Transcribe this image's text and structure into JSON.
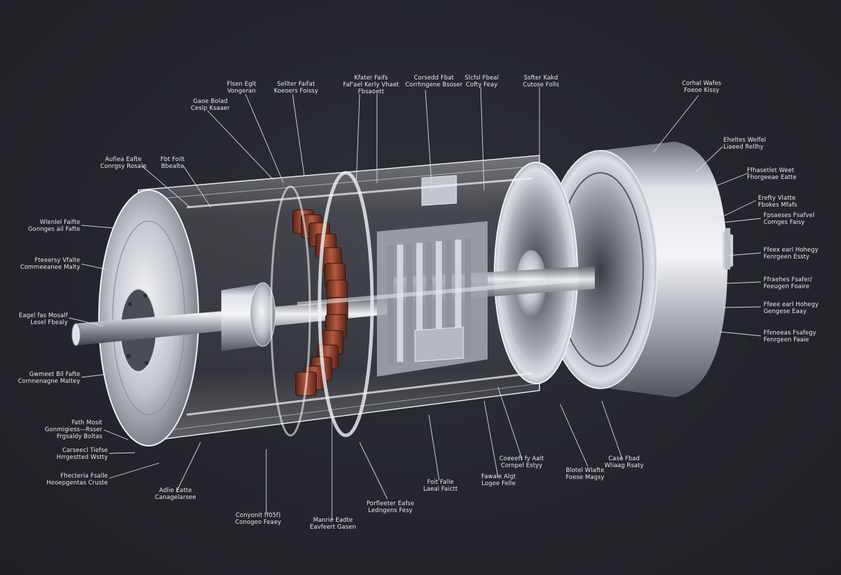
{
  "callouts": [
    {
      "id": "t1",
      "lines": [
        "Flsen Eglt",
        "Vongeran"
      ],
      "color": "#e8e9ee"
    },
    {
      "id": "t2",
      "lines": [
        "Sellter Faifat",
        "Koeoers Foissy"
      ],
      "color": "#e8e9ee"
    },
    {
      "id": "t3",
      "lines": [
        "Kfater Faifs",
        "Faf'ael Kerly Vhaet",
        "Fbsaoett"
      ],
      "color": "#e8e9ee"
    },
    {
      "id": "t4",
      "lines": [
        "Corsedd Fbat",
        "Corrhngene Bsoser"
      ],
      "color": "#e8e9ee"
    },
    {
      "id": "t5",
      "lines": [
        "Slcfsl Fbeal",
        "Cofty Feay"
      ],
      "color": "#e8e9ee"
    },
    {
      "id": "t6",
      "lines": [
        "Ssfter Kakd",
        "Cutose Folls"
      ],
      "color": "#e8e9ee"
    },
    {
      "id": "t7",
      "lines": [
        "Corhal Wafes",
        "Foeoe Kissy"
      ],
      "color": "#e8e9ee"
    },
    {
      "id": "l1",
      "lines": [
        "Gaoe Bolad",
        "Ceslp Ksaaer"
      ],
      "color": "#e8e9ee"
    },
    {
      "id": "l2",
      "lines": [
        "Aufiea Eafte",
        "Conrgsy Rosale"
      ],
      "color": "#e8e9ee"
    },
    {
      "id": "l3",
      "lines": [
        "Fbt Foilt",
        "Bbealte"
      ],
      "color": "#e8e9ee"
    },
    {
      "id": "l4",
      "lines": [
        "Wlenlel Faifte",
        "Gonnges ail Fafte"
      ],
      "color": "#e8e9ee"
    },
    {
      "id": "l5",
      "lines": [
        "Fteeersy Vfalte",
        "Commeeanee Malty"
      ],
      "color": "#e8e9ee"
    },
    {
      "id": "l6",
      "lines": [
        "Eagel fas Mosalf",
        "Lesel Fbealy"
      ],
      "color": "#e8e9ee"
    },
    {
      "id": "l7",
      "lines": [
        "Gwmeet Bil Fafte",
        "Cornnenagne Maltey"
      ],
      "color": "#e8e9ee"
    },
    {
      "id": "l8",
      "lines": [
        "Fath Mosit",
        "Gonmigiess—Rsser",
        "Frgsaldy Boltas"
      ],
      "color": "#e8e9ee"
    },
    {
      "id": "l9",
      "lines": [
        "Carseecl Tiefse",
        "Hrrgestted Wstty"
      ],
      "color": "#e8e9ee"
    },
    {
      "id": "l10",
      "lines": [
        "Fhecteria Fsalle",
        "Heoepgentas Cruste"
      ],
      "color": "#e8e9ee"
    },
    {
      "id": "b1",
      "lines": [
        "Adlie Eatte",
        "Canagelarsee"
      ],
      "color": "#e8e9ee"
    },
    {
      "id": "b2",
      "lines": [
        "Conyonit ff05f)",
        "Conogeo Feaey"
      ],
      "color": "#e8e9ee"
    },
    {
      "id": "b3",
      "lines": [
        "Manrie Eadte",
        "Eavfeert Gasen"
      ],
      "color": "#e8e9ee"
    },
    {
      "id": "b4",
      "lines": [
        "Porfleeter Eafse",
        "Ledngens Fesy"
      ],
      "color": "#e8e9ee"
    },
    {
      "id": "b5",
      "lines": [
        "Foit Falle",
        "Laeal Faictt"
      ],
      "color": "#e8e9ee"
    },
    {
      "id": "b6",
      "lines": [
        "Fawale Algt",
        "Logee Felle"
      ],
      "color": "#e8e9ee"
    },
    {
      "id": "b7",
      "lines": [
        "Coeeeft fy Aalt",
        "Cornpel Estyy"
      ],
      "color": "#e8e9ee"
    },
    {
      "id": "b8",
      "lines": [
        "Blotel Wlafte",
        "Foese Magsy"
      ],
      "color": "#e8e9ee"
    },
    {
      "id": "b9",
      "lines": [
        "Case Fbad",
        "Wliaag Rsaty"
      ],
      "color": "#e8e9ee"
    },
    {
      "id": "r1",
      "lines": [
        "Eheltes Welfel",
        "Liaeed Rellhy"
      ],
      "color": "#e8e9ee"
    },
    {
      "id": "r2",
      "lines": [
        "Ffhasetlet Weet",
        "Fhorgeeae Eatte"
      ],
      "color": "#e8e9ee"
    },
    {
      "id": "r3",
      "lines": [
        "Erefty Vlatte",
        "Fbokes Mfafs"
      ],
      "color": "#e8e9ee"
    },
    {
      "id": "r4",
      "lines": [
        "Fpsaeses Fsafvel",
        "Comges Faisy"
      ],
      "color": "#e8e9ee"
    },
    {
      "id": "r5",
      "lines": [
        "Ffeex earl Hohegy",
        "Fenrgeen Essty"
      ],
      "color": "#e8e9ee"
    },
    {
      "id": "r6",
      "lines": [
        "Ffraehes Fsafer/",
        "Feeugen Foaire"
      ],
      "color": "#e8e9ee"
    },
    {
      "id": "r7",
      "lines": [
        "Ffeee earl Hohegy",
        "Gengese Eaay"
      ],
      "color": "#e8e9ee"
    },
    {
      "id": "r8",
      "lines": [
        "Ffeneeas Fsafegy",
        "Fenrgeen Faaie"
      ],
      "color": "#e8e9ee"
    }
  ],
  "palette": {
    "background": "#24252c",
    "metal": "#c9ccd4",
    "coil": "#8a3d2c",
    "leader": "#d9dbe2"
  }
}
